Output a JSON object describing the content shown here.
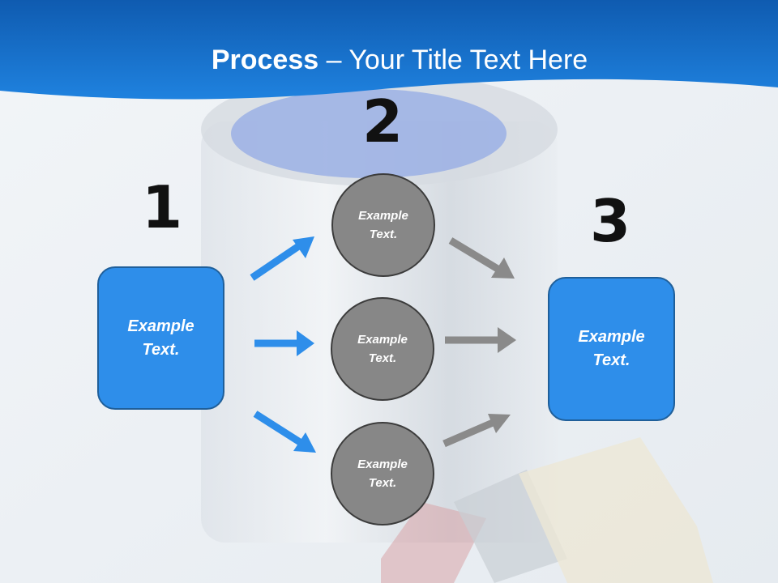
{
  "title": {
    "bold": "Process",
    "rest": " – Your Title Text Here"
  },
  "colors": {
    "accent": "#2e8eea",
    "header": "#1565c0",
    "circle": "#878787",
    "arrow_gray": "#8a8a8a"
  },
  "steps": [
    {
      "number": "1",
      "label_line1": "Example",
      "label_line2": "Text."
    },
    {
      "number": "2"
    },
    {
      "number": "3",
      "label_line1": "Example",
      "label_line2": "Text."
    }
  ],
  "circles": [
    {
      "label_line1": "Example",
      "label_line2": "Text."
    },
    {
      "label_line1": "Example",
      "label_line2": "Text."
    },
    {
      "label_line1": "Example",
      "label_line2": "Text."
    }
  ]
}
